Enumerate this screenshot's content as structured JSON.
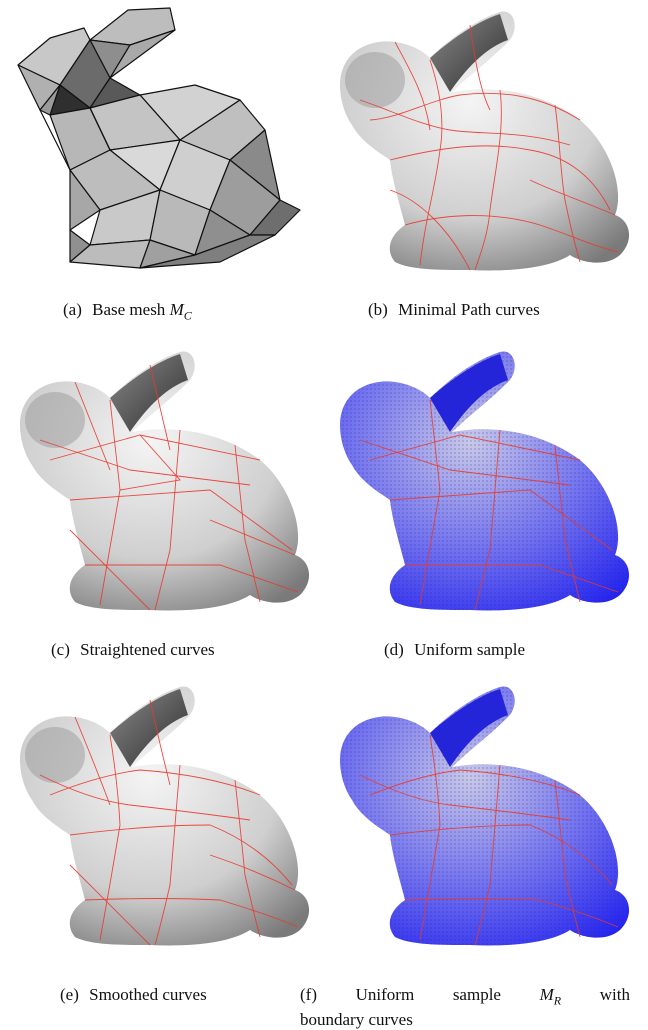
{
  "figure": {
    "panels": [
      {
        "id": "a",
        "tag": "(a)",
        "label": "Base mesh",
        "math_base": "M",
        "math_sub": "C"
      },
      {
        "id": "b",
        "tag": "(b)",
        "label": "Minimal Path curves"
      },
      {
        "id": "c",
        "tag": "(c)",
        "label": "Straightened curves"
      },
      {
        "id": "d",
        "tag": "(d)",
        "label": "Uniform sample"
      },
      {
        "id": "e",
        "tag": "(e)",
        "label": "Smoothed curves"
      },
      {
        "id": "f",
        "tag": "(f)",
        "label_line1_a": "Uniform",
        "label_line1_b": "sample",
        "math_base": "M",
        "math_sub": "R",
        "label_line1_c": "with",
        "label_line2": "boundary curves"
      }
    ]
  },
  "colors": {
    "curve": "#e8392e",
    "sample": "#2b2bff",
    "surface_light": "#d6d6d6",
    "surface_dark": "#4a4a4a",
    "mesh_edge": "#111111"
  }
}
